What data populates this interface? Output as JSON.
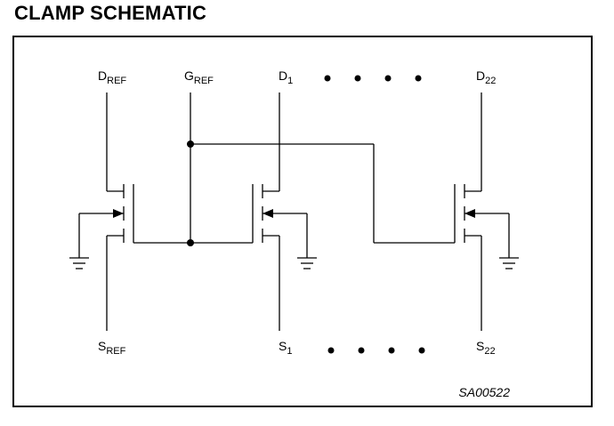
{
  "title": "CLAMP SCHEMATIC",
  "reference": "SA00522",
  "labels": {
    "dref": {
      "main": "D",
      "sub": "REF"
    },
    "gref": {
      "main": "G",
      "sub": "REF"
    },
    "d1": {
      "main": "D",
      "sub": "1"
    },
    "d22": {
      "main": "D",
      "sub": "22"
    },
    "sref": {
      "main": "S",
      "sub": "REF"
    },
    "s1": {
      "main": "S",
      "sub": "1"
    },
    "s22": {
      "main": "S",
      "sub": "22"
    }
  }
}
